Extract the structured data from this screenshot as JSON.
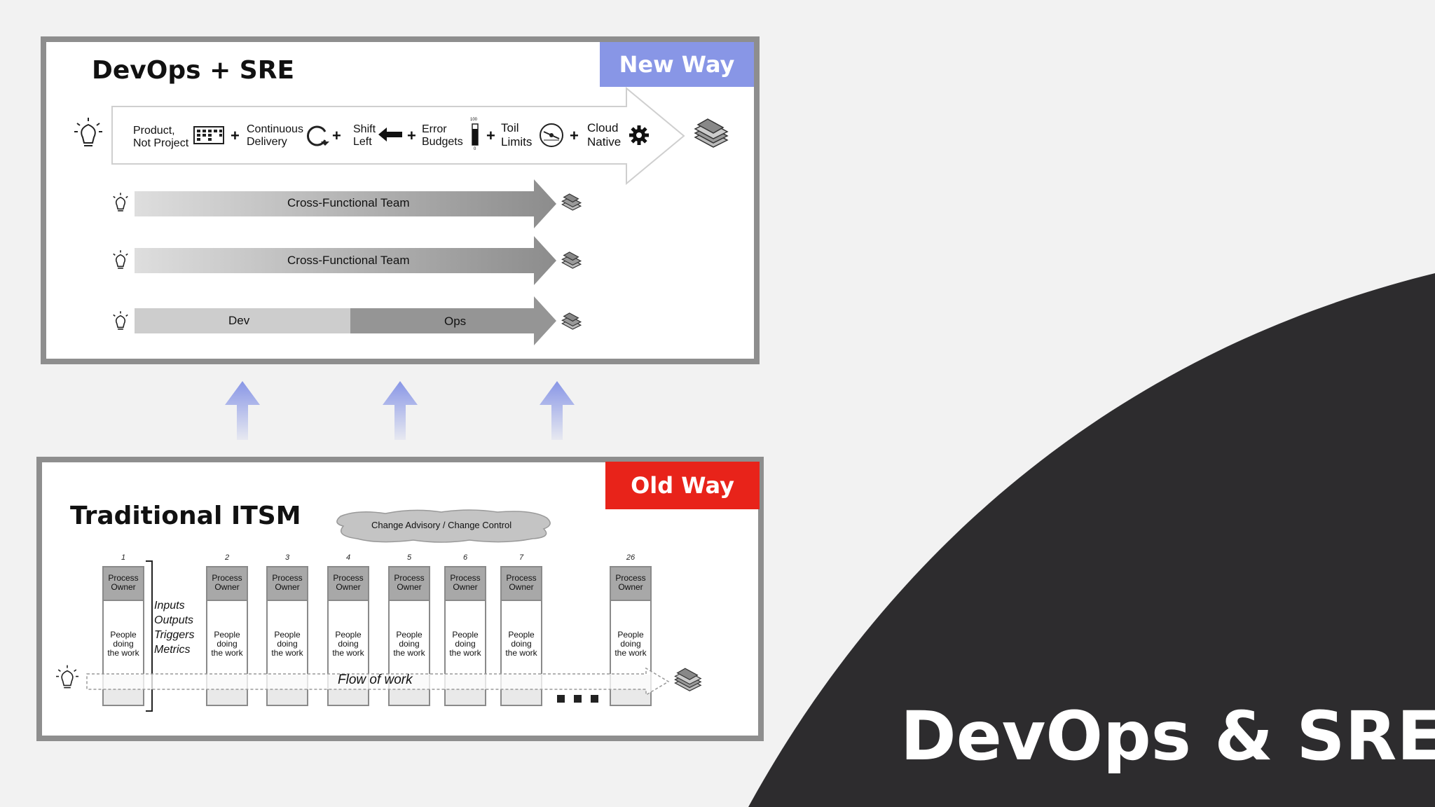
{
  "slide_title": "DevOps & SRE",
  "new_way": {
    "title": "DevOps + SRE",
    "badge": "New Way",
    "badge_color": "#8896e6",
    "main_row": {
      "items": [
        {
          "label": "Product,\nNot Project",
          "icon": "kanban-board-icon"
        },
        {
          "label": "Continuous\nDelivery",
          "icon": "loop-arrow-icon"
        },
        {
          "label": "Shift\nLeft",
          "icon": "left-arrow-icon"
        },
        {
          "label": "Error\nBudgets",
          "icon": "gauge-bar-icon",
          "scale_top": "100",
          "scale_bottom": "0"
        },
        {
          "label": "Toil\nLimits",
          "icon": "speedometer-icon"
        },
        {
          "label": "Cloud\nNative",
          "icon": "gear-icon"
        }
      ],
      "plus": "+"
    },
    "rows": [
      {
        "label": "Cross-Functional Team"
      },
      {
        "label": "Cross-Functional Team"
      },
      {
        "dev": "Dev",
        "ops": "Ops"
      }
    ]
  },
  "old_way": {
    "title": "Traditional ITSM",
    "badge": "Old Way",
    "badge_color": "#e8231a",
    "cloud_label": "Change Advisory / Change Control",
    "bracket_labels": [
      "Inputs",
      "Outputs",
      "Triggers",
      "Metrics"
    ],
    "flow_label": "Flow of work",
    "columns": [
      {
        "num": "1",
        "top": "Process\nOwner",
        "mid": "People\ndoing\nthe work"
      },
      {
        "num": "2",
        "top": "Process\nOwner",
        "mid": "People\ndoing\nthe work"
      },
      {
        "num": "3",
        "top": "Process\nOwner",
        "mid": "People\ndoing\nthe work"
      },
      {
        "num": "4",
        "top": "Process\nOwner",
        "mid": "People\ndoing\nthe work"
      },
      {
        "num": "5",
        "top": "Process\nOwner",
        "mid": "People\ndoing\nthe work"
      },
      {
        "num": "6",
        "top": "Process\nOwner",
        "mid": "People\ndoing\nthe work"
      },
      {
        "num": "7",
        "top": "Process\nOwner",
        "mid": "People\ndoing\nthe work"
      },
      {
        "num": "26",
        "top": "Process\nOwner",
        "mid": "People\ndoing\nthe work"
      }
    ]
  },
  "colors": {
    "dark_arc": "#2d2c2e",
    "up_arrow": "#8896e6",
    "background": "#f2f2f2"
  }
}
